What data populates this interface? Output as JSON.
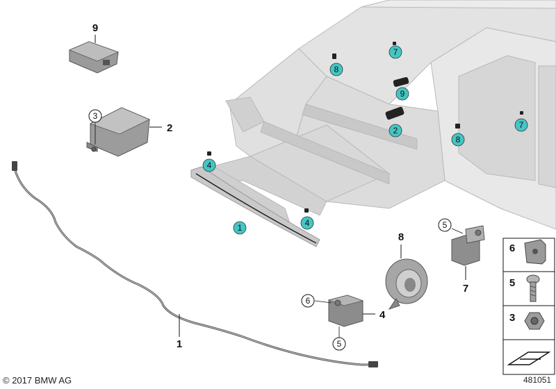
{
  "callouts": {
    "n1_plain": "1",
    "n2_plain": "2",
    "n4_plain": "4",
    "n7_plain": "7",
    "n8_plain": "8",
    "n9_plain": "9",
    "n3_circle": "3",
    "n5_circle_top": "5",
    "n5_circle_bottom": "5",
    "n6_circle": "6",
    "teal_1": "1",
    "teal_2": "2",
    "teal_4a": "4",
    "teal_4b": "4",
    "teal_7a": "7",
    "teal_7b": "7",
    "teal_8a": "8",
    "teal_8b": "8",
    "teal_9": "9"
  },
  "legend": {
    "item_6": "6",
    "item_5": "5",
    "item_3": "3"
  },
  "footer": {
    "copyright": "© 2017 BMW AG",
    "diagram_id": "481051"
  },
  "colors": {
    "teal": "#43c6c4",
    "body_gray": "#d9d9d9",
    "part_gray": "#8a8a8a"
  }
}
